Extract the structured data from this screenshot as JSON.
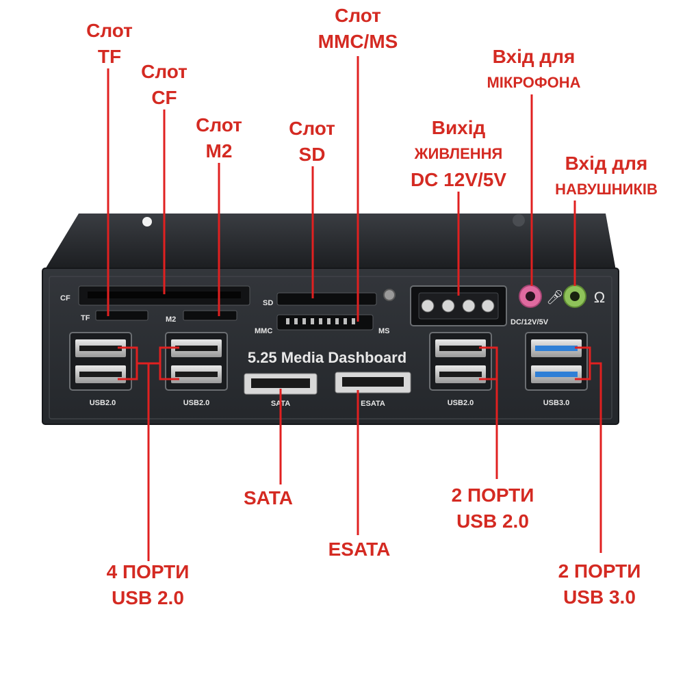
{
  "device": {
    "title": "5.25 Media Dashboard",
    "port_labels": {
      "cf": "CF",
      "tf": "TF",
      "m2": "M2",
      "sd": "SD",
      "mmc": "MMC",
      "ms": "MS",
      "dc": "DC/12V/5V",
      "usb_left_1": "USB2.0",
      "usb_left_2": "USB2.0",
      "usb_right_1": "USB2.0",
      "usb_right_2": "USB3.0",
      "sata": "SATA",
      "esata": "ESATA"
    }
  },
  "callouts": {
    "tf": {
      "line1": "Слот",
      "line2": "TF"
    },
    "cf": {
      "line1": "Слот",
      "line2": "CF"
    },
    "m2": {
      "line1": "Слот",
      "line2": "M2"
    },
    "sd": {
      "line1": "Слот",
      "line2": "SD"
    },
    "mmc": {
      "line1": "Слот",
      "line2": "MMC/MS"
    },
    "power": {
      "line1": "Вихід",
      "line2": "ЖИВЛЕННЯ",
      "line3": "DC 12V/5V"
    },
    "mic": {
      "line1": "Вхід для",
      "line2": "МІКРОФОНА"
    },
    "phones": {
      "line1": "Вхід для",
      "line2": "НАВУШНИКІВ"
    },
    "sata": {
      "line1": "SATA"
    },
    "esata": {
      "line1": "ESATA"
    },
    "usb2_right": {
      "line1": "2 ПОРТИ",
      "line2": "USB 2.0"
    },
    "usb2_left": {
      "line1": "4 ПОРТИ",
      "line2": "USB 2.0"
    },
    "usb3": {
      "line1": "2 ПОРТИ",
      "line2": "USB 3.0"
    }
  },
  "colors": {
    "callout": "#d42a22",
    "line": "#e02020",
    "panel": "#2a2d31",
    "usb3_blue": "#2f7fd6",
    "mic_pink": "#e06aa0",
    "phones_green": "#8fc25a"
  }
}
